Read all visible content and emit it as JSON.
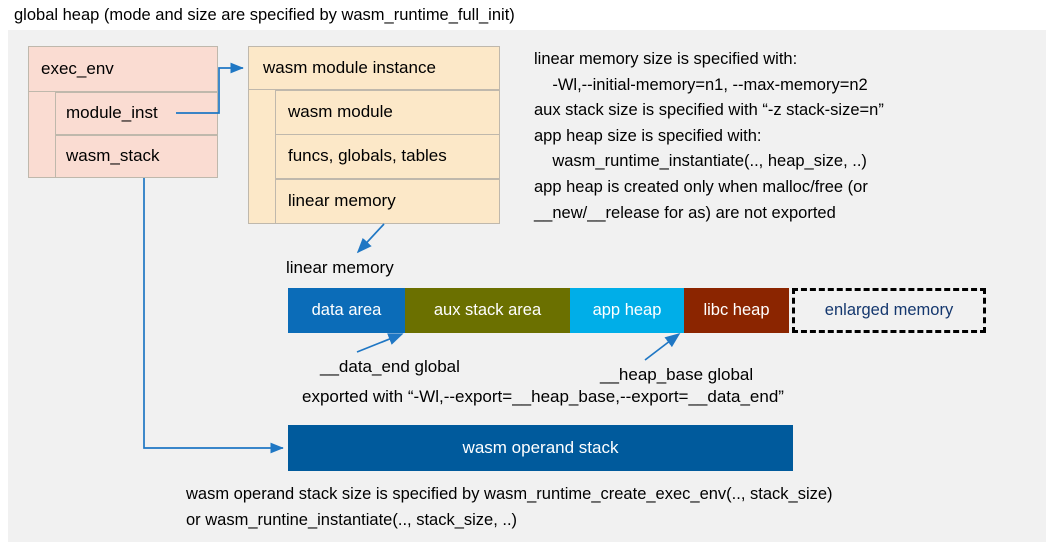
{
  "title": "global heap (mode and size are specified by wasm_runtime_full_init)",
  "colors": {
    "panel_bg": "#f1f1f1",
    "exec_env_fill": "#fadcd2",
    "module_instance_fill": "#fce8c8",
    "box_border": "#bfb8ac",
    "arrow": "#1f77c4",
    "data_area": "#0b6cb8",
    "aux_stack_area": "#6b7000",
    "app_heap": "#00aee8",
    "libc_heap": "#8b2500",
    "enlarged_memory_border": "#000000",
    "enlarged_memory_text": "#14376e",
    "operand_stack": "#005a9c"
  },
  "exec_env": {
    "header": "exec_env",
    "fields": [
      {
        "label": "module_inst"
      },
      {
        "label": "wasm_stack"
      }
    ]
  },
  "module_instance": {
    "header": "wasm module instance",
    "rows": [
      {
        "label": "wasm module"
      },
      {
        "label": "funcs, globals, tables"
      },
      {
        "label": "linear memory"
      }
    ]
  },
  "notes": "linear memory size is specified with:\n    -Wl,--initial-memory=n1, --max-memory=n2\naux stack size is specified with “-z stack-size=n”\napp heap size is specified with:\n    wasm_runtime_instantiate(.., heap_size, ..)\napp heap is created only when malloc/free (or\n__new/__release for as) are not exported",
  "memory": {
    "label": "linear memory",
    "segments": [
      {
        "name": "data area",
        "label": "data area",
        "color": "#0b6cb8",
        "width": 117,
        "text_color": "#ffffff",
        "dashed": false
      },
      {
        "name": "aux stack area",
        "label": "aux stack area",
        "color": "#6b7000",
        "width": 165,
        "text_color": "#ffffff",
        "dashed": false
      },
      {
        "name": "app heap",
        "label": "app heap",
        "color": "#00aee8",
        "width": 114,
        "text_color": "#ffffff",
        "dashed": false
      },
      {
        "name": "libc heap",
        "label": "libc heap",
        "color": "#8b2500",
        "width": 105,
        "text_color": "#ffffff",
        "dashed": false
      },
      {
        "name": "enlarged memory",
        "label": "enlarged memory",
        "color": "#f1f1f1",
        "width": 194,
        "text_color": "#14376e",
        "dashed": true
      }
    ]
  },
  "annotations": {
    "data_end": "__data_end global",
    "heap_base": "__heap_base global",
    "exported": "exported with “-Wl,--export=__heap_base,--export=__data_end”"
  },
  "operand_stack": {
    "label": "wasm operand stack"
  },
  "footer": "wasm operand stack size is specified by wasm_runtime_create_exec_env(.., stack_size)\nor wasm_runtine_instantiate(.., stack_size, ..)"
}
